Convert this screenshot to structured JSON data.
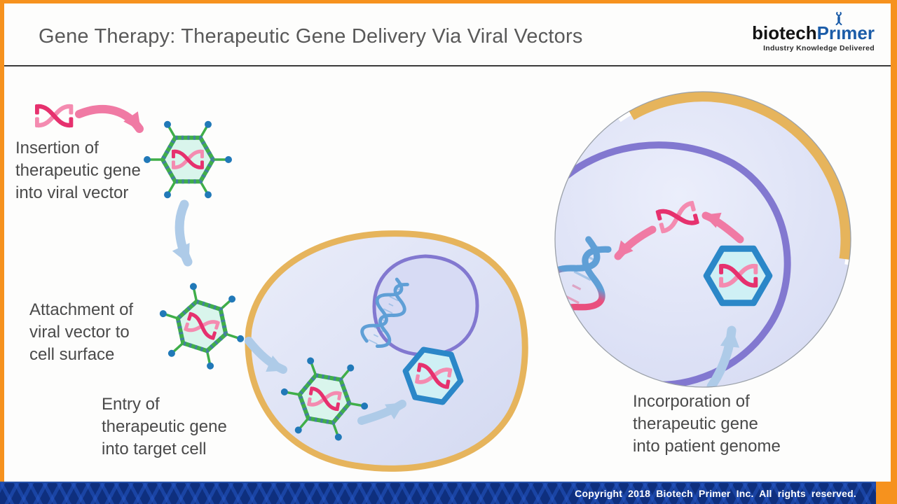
{
  "title": "Gene Therapy: Therapeutic Gene Delivery Via Viral Vectors",
  "logo": {
    "word_black": "biotech",
    "word_blue": "Primer",
    "primer_pre": "Pr",
    "primer_i": "ı",
    "primer_post": "mer",
    "tagline": "Industry Knowledge Delivered"
  },
  "steps": {
    "step1": "Insertion of\ntherapeutic gene\ninto viral vector",
    "step2": "Attachment of\nviral vector to\ncell surface",
    "step3": "Entry of\ntherapeutic gene\ninto target cell",
    "step4": "Incorporation of\ntherapeutic gene\ninto patient genome"
  },
  "footer": {
    "copyright": "Copyright  2018  Biotech Primer Inc. All rights  reserved."
  },
  "icons": {
    "therapeutic_gene": "pink-dna-icon",
    "viral_vector": "adenovirus-hexagon-icon",
    "delivered_gene": "blue-hexagon-dna-icon",
    "target_cell": "cell-with-nucleus-icon",
    "patient_genome": "blue-dna-helix-icon",
    "logo_mark": "dna-helix-icon"
  },
  "colors": {
    "accent": "#F6921E",
    "membrane": "#E6B45C",
    "cell-fill": "#DEE2F5",
    "nucleus": "#8278D0",
    "nucleus-fill": "#D7DBF4",
    "virus-green": "#3FAE49",
    "virus-stud": "#44809F",
    "virus-fill": "#D9F5EC",
    "spike-tip": "#2179B8",
    "dna-pink": "#E6316E",
    "dna-pink-light": "#F48BB0",
    "dna-blue": "#5F9FD6",
    "hex-blue": "#2B87C8",
    "hex-fill": "#CFF0F5",
    "arrow-blue": "#AECBE8",
    "arrow-pink": "#F07AA4",
    "footer-navy": "#0E2F7E",
    "text-gray": "#4A4A4A",
    "title-gray": "#595959",
    "logo-blue": "#1B5CA8",
    "logo-black": "#131313"
  }
}
